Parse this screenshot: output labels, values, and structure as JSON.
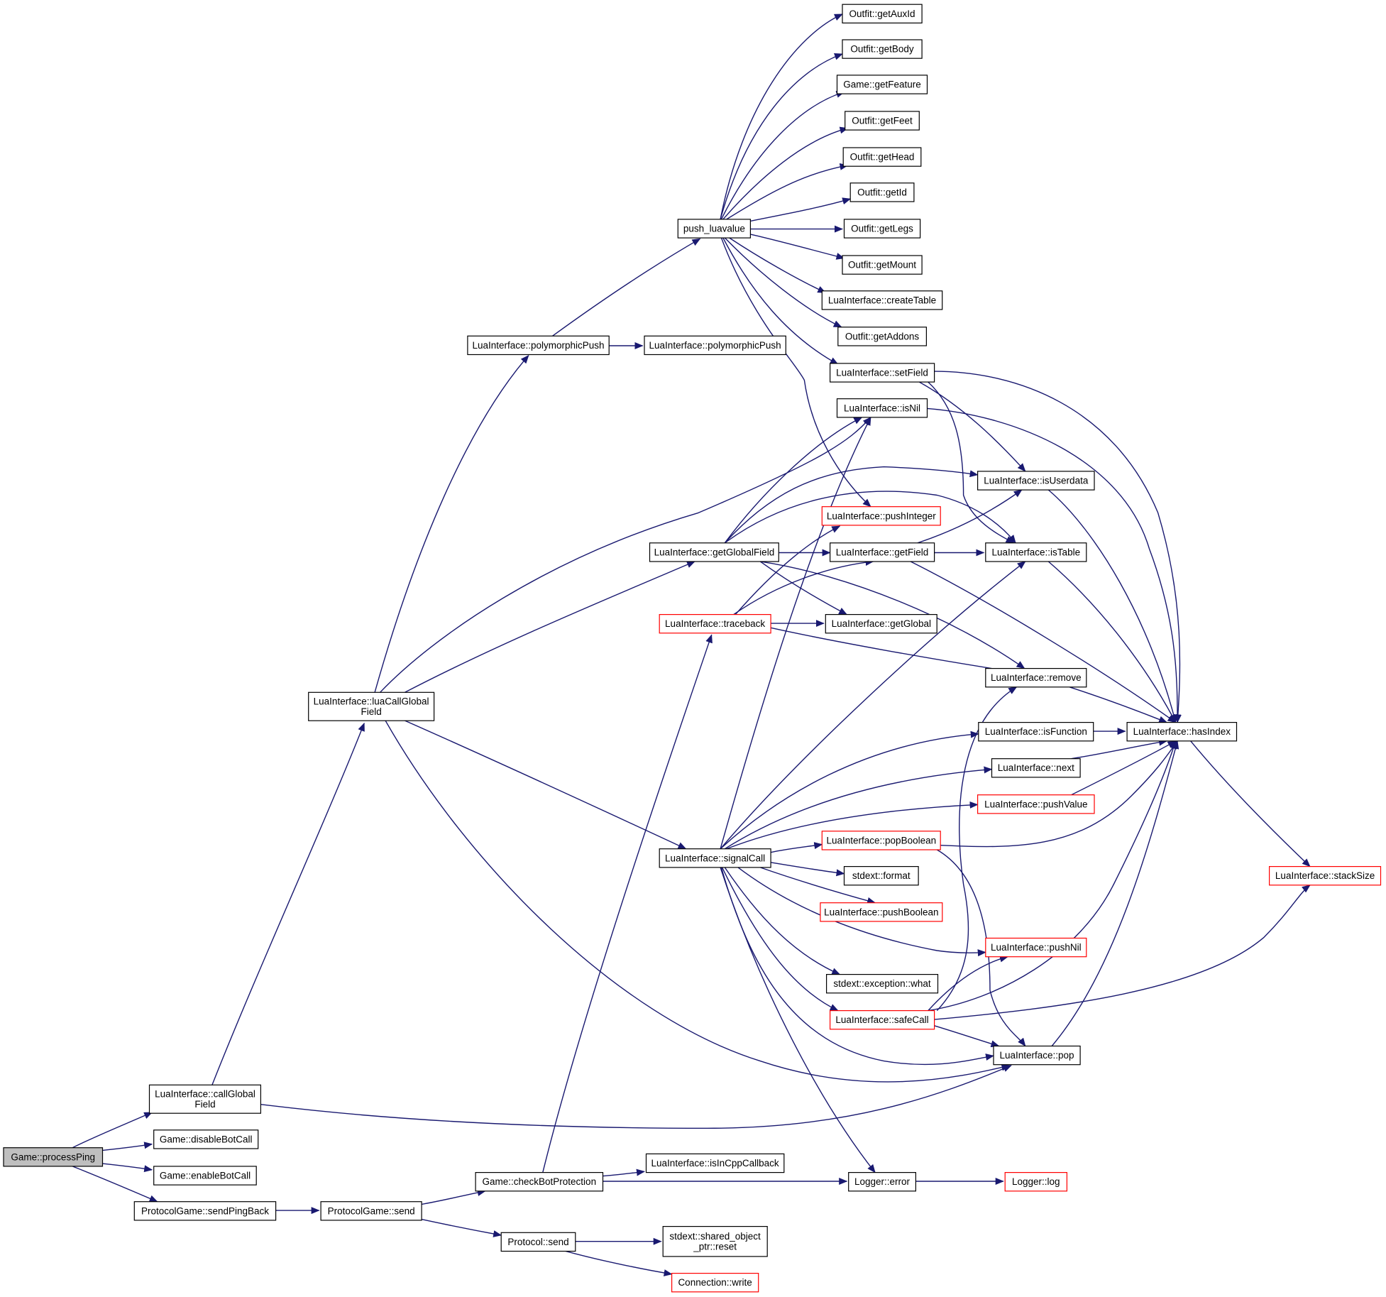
{
  "title": "",
  "colors": {
    "edge": "#191970",
    "node_border": "#000000",
    "node_border_external": "#ff0000",
    "root_fill": "#bfbfbf"
  },
  "nodes": [
    {
      "id": "processPing",
      "lines": [
        "Game::processPing"
      ],
      "root": true
    },
    {
      "id": "callGlobalField",
      "lines": [
        "LuaInterface::callGlobal",
        "Field"
      ]
    },
    {
      "id": "disableBotCall",
      "lines": [
        "Game::disableBotCall"
      ]
    },
    {
      "id": "enableBotCall",
      "lines": [
        "Game::enableBotCall"
      ]
    },
    {
      "id": "sendPingBack",
      "lines": [
        "ProtocolGame::sendPingBack"
      ]
    },
    {
      "id": "pgSend",
      "lines": [
        "ProtocolGame::send"
      ]
    },
    {
      "id": "checkBotProtection",
      "lines": [
        "Game::checkBotProtection"
      ]
    },
    {
      "id": "protocolSend",
      "lines": [
        "Protocol::send"
      ]
    },
    {
      "id": "isInCppCallback",
      "lines": [
        "LuaInterface::isInCppCallback"
      ]
    },
    {
      "id": "sharedReset",
      "lines": [
        "stdext::shared_object",
        "_ptr::reset"
      ]
    },
    {
      "id": "connWrite",
      "lines": [
        "Connection::write"
      ],
      "red": true
    },
    {
      "id": "luaCallGlobalField",
      "lines": [
        "LuaInterface::luaCallGlobal",
        "Field"
      ]
    },
    {
      "id": "polymorphicPush1",
      "lines": [
        "LuaInterface::polymorphicPush"
      ]
    },
    {
      "id": "polymorphicPush2",
      "lines": [
        "LuaInterface::polymorphicPush"
      ]
    },
    {
      "id": "pushLuavalue",
      "lines": [
        "push_luavalue"
      ]
    },
    {
      "id": "getAuxId",
      "lines": [
        "Outfit::getAuxId"
      ]
    },
    {
      "id": "getBody",
      "lines": [
        "Outfit::getBody"
      ]
    },
    {
      "id": "getFeature",
      "lines": [
        "Game::getFeature"
      ]
    },
    {
      "id": "getFeet",
      "lines": [
        "Outfit::getFeet"
      ]
    },
    {
      "id": "getHead",
      "lines": [
        "Outfit::getHead"
      ]
    },
    {
      "id": "getId",
      "lines": [
        "Outfit::getId"
      ]
    },
    {
      "id": "getLegs",
      "lines": [
        "Outfit::getLegs"
      ]
    },
    {
      "id": "getMount",
      "lines": [
        "Outfit::getMount"
      ]
    },
    {
      "id": "createTable",
      "lines": [
        "LuaInterface::createTable"
      ]
    },
    {
      "id": "getAddons",
      "lines": [
        "Outfit::getAddons"
      ]
    },
    {
      "id": "setField",
      "lines": [
        "LuaInterface::setField"
      ]
    },
    {
      "id": "isNil",
      "lines": [
        "LuaInterface::isNil"
      ]
    },
    {
      "id": "isUserdata",
      "lines": [
        "LuaInterface::isUserdata"
      ]
    },
    {
      "id": "pushInteger",
      "lines": [
        "LuaInterface::pushInteger"
      ],
      "red": true
    },
    {
      "id": "getGlobalField",
      "lines": [
        "LuaInterface::getGlobalField"
      ]
    },
    {
      "id": "getField",
      "lines": [
        "LuaInterface::getField"
      ]
    },
    {
      "id": "isTable",
      "lines": [
        "LuaInterface::isTable"
      ]
    },
    {
      "id": "traceback",
      "lines": [
        "LuaInterface::traceback"
      ],
      "red": true
    },
    {
      "id": "getGlobal",
      "lines": [
        "LuaInterface::getGlobal"
      ]
    },
    {
      "id": "remove",
      "lines": [
        "LuaInterface::remove"
      ]
    },
    {
      "id": "isFunction",
      "lines": [
        "LuaInterface::isFunction"
      ]
    },
    {
      "id": "hasIndex",
      "lines": [
        "LuaInterface::hasIndex"
      ]
    },
    {
      "id": "next",
      "lines": [
        "LuaInterface::next"
      ]
    },
    {
      "id": "pushValue",
      "lines": [
        "LuaInterface::pushValue"
      ],
      "red": true
    },
    {
      "id": "signalCall",
      "lines": [
        "LuaInterface::signalCall"
      ]
    },
    {
      "id": "popBoolean",
      "lines": [
        "LuaInterface::popBoolean"
      ],
      "red": true
    },
    {
      "id": "format",
      "lines": [
        "stdext::format"
      ]
    },
    {
      "id": "pushBoolean",
      "lines": [
        "LuaInterface::pushBoolean"
      ],
      "red": true
    },
    {
      "id": "stackSize",
      "lines": [
        "LuaInterface::stackSize"
      ],
      "red": true
    },
    {
      "id": "pushNil",
      "lines": [
        "LuaInterface::pushNil"
      ],
      "red": true
    },
    {
      "id": "exceptionWhat",
      "lines": [
        "stdext::exception::what"
      ]
    },
    {
      "id": "safeCall",
      "lines": [
        "LuaInterface::safeCall"
      ],
      "red": true
    },
    {
      "id": "pop",
      "lines": [
        "LuaInterface::pop"
      ]
    },
    {
      "id": "loggerError",
      "lines": [
        "Logger::error"
      ]
    },
    {
      "id": "loggerLog",
      "lines": [
        "Logger::log"
      ],
      "red": true
    }
  ]
}
